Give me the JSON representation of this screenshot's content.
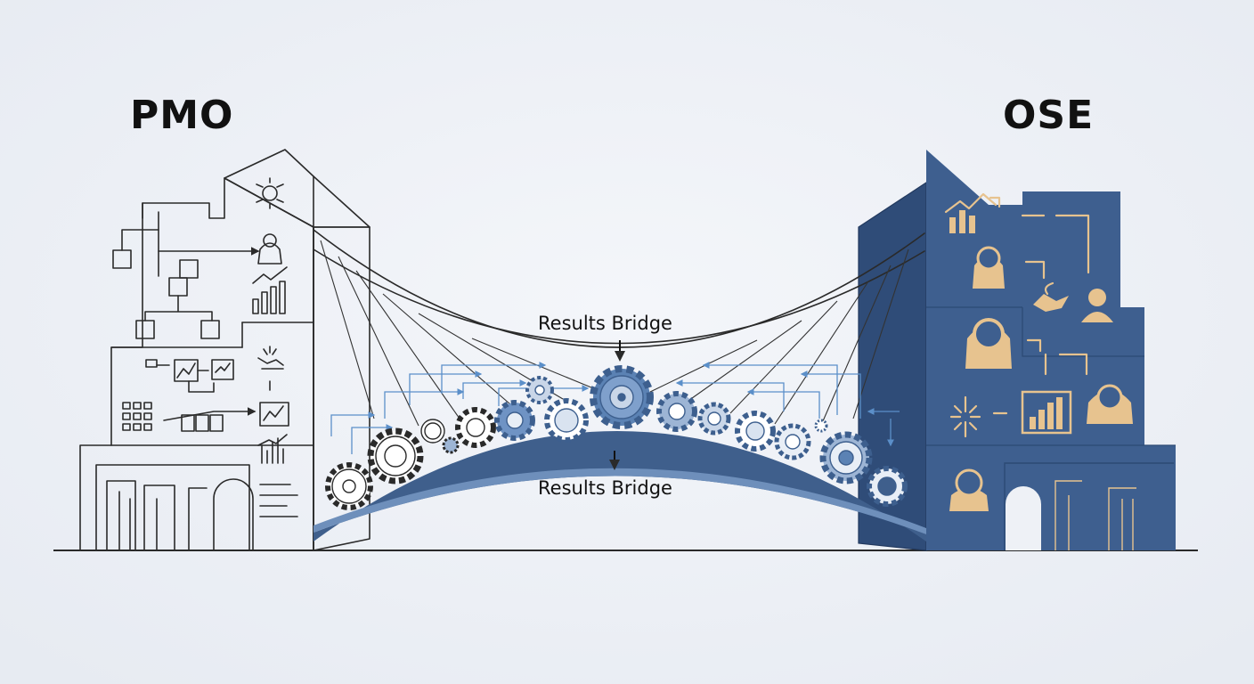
{
  "left_title": "PMO",
  "right_title": "OSE",
  "bridge_label_top": "Results Bridge",
  "bridge_label_bottom": "Results Bridge",
  "colors": {
    "background": "#eef1f6",
    "left_building": "#ffffff",
    "right_building": "#3e5f8f",
    "right_building_dark": "#2f4c78",
    "accent_tan": "#e7c38f",
    "gear_blue": "#5b82b4",
    "bridge_deck": "#3f5f8c"
  }
}
